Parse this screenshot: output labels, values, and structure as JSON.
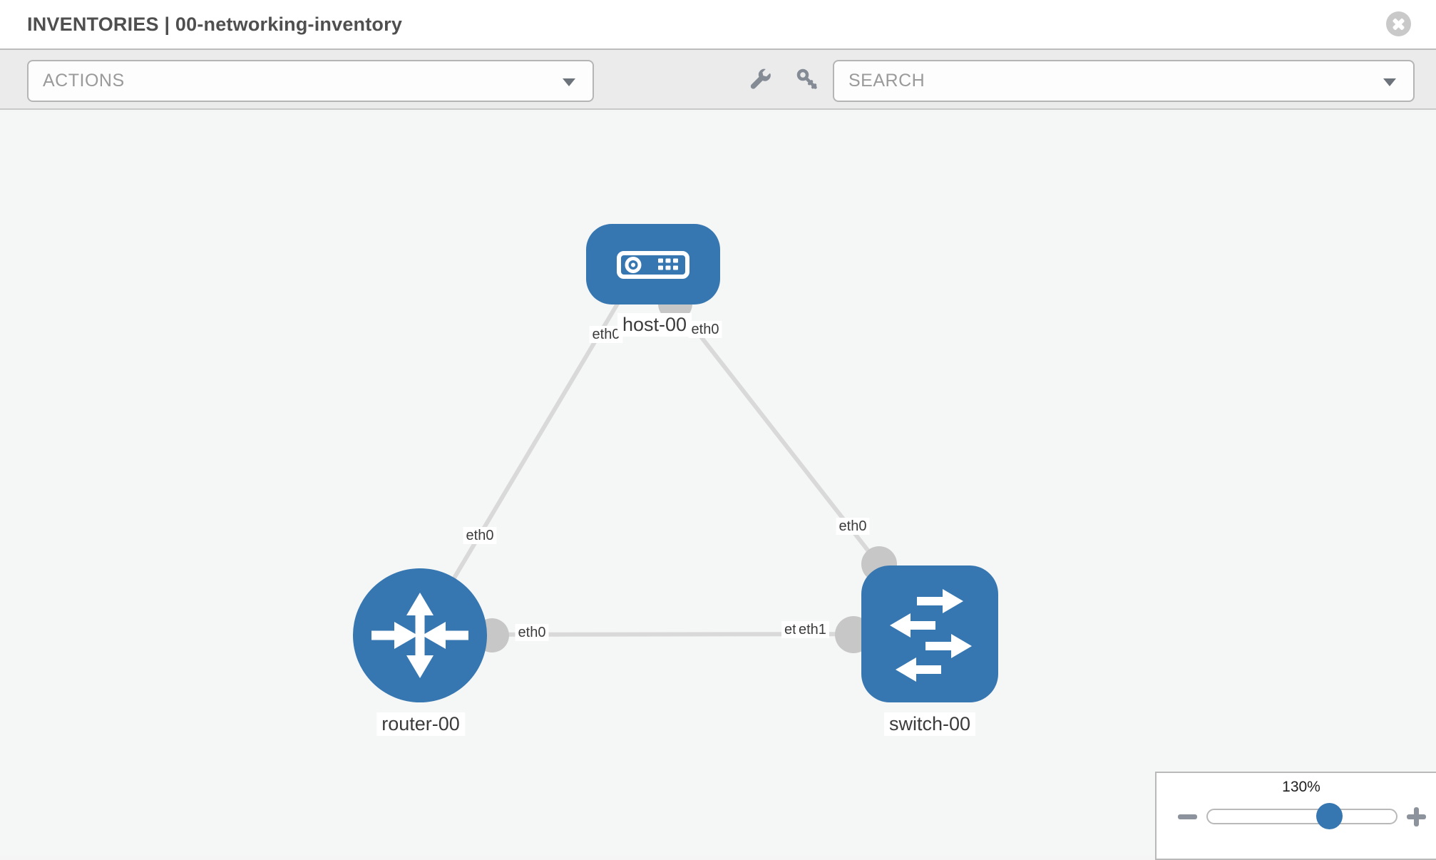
{
  "header": {
    "title": "INVENTORIES | 00-networking-inventory",
    "close_icon": "close-icon"
  },
  "toolbar": {
    "actions_label": "ACTIONS",
    "search_placeholder": "SEARCH",
    "icons": [
      "wrench-icon",
      "key-icon",
      "chevron-down-icon"
    ]
  },
  "graph": {
    "nodes": [
      {
        "id": "host-00",
        "type": "host",
        "label": "host-00"
      },
      {
        "id": "router-00",
        "type": "router",
        "label": "router-00"
      },
      {
        "id": "switch-00",
        "type": "switch",
        "label": "switch-00"
      }
    ],
    "links": [
      {
        "source": "host-00",
        "target": "router-00",
        "source_iface": "eth0",
        "target_iface": "eth0"
      },
      {
        "source": "host-00",
        "target": "switch-00",
        "source_iface": "eth0",
        "target_iface": "eth0"
      },
      {
        "source": "router-00",
        "target": "switch-00",
        "source_iface": "eth0",
        "target_iface": "eth1"
      }
    ],
    "iface_labels": {
      "host_left": "eth0",
      "host_right": "eth0",
      "router_upper": "eth0",
      "router_right": "eth0",
      "switch_top": "eth0",
      "switch_overlap_back": "eth0",
      "switch_overlap_front": "eth1"
    }
  },
  "zoom_control": {
    "value": "130%",
    "percent": 130,
    "icons": [
      "minus-icon",
      "plus-icon"
    ]
  },
  "colors": {
    "node_blue": "#3777b1",
    "port_gray": "#c7c7c7",
    "link_gray": "#d9d9d9",
    "toolbar_bg": "#ebebeb",
    "canvas_bg": "#f5f6f6",
    "accent_knob": "#3777b1"
  }
}
